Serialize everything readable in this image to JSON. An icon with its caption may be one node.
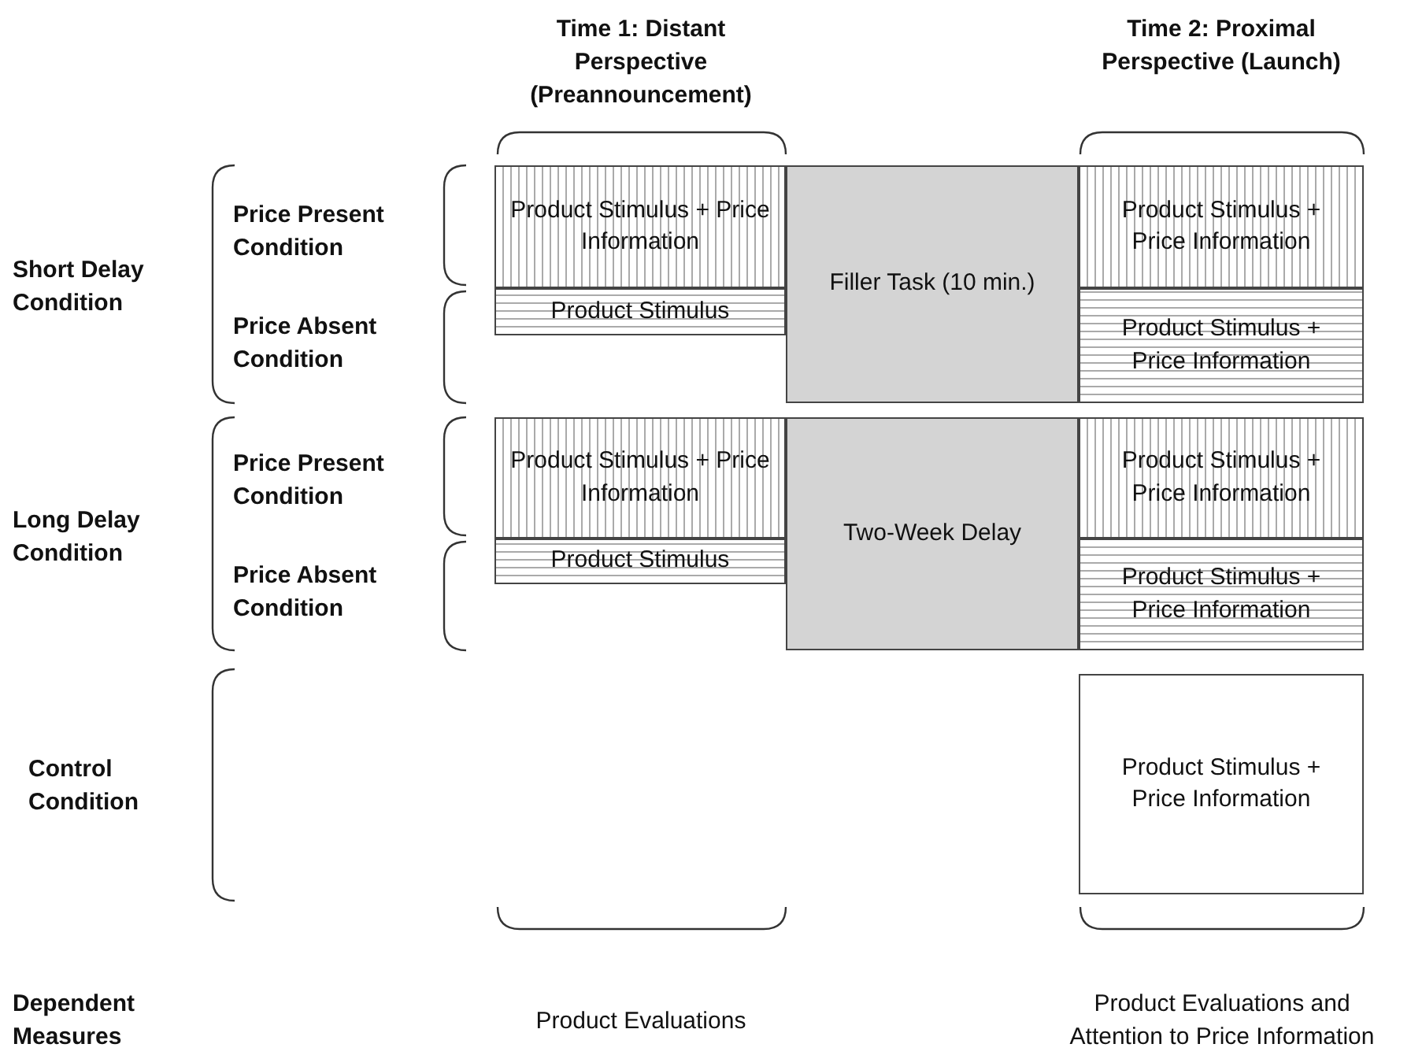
{
  "diagram": {
    "nodes": [
      {
        "text": [
          "Product Stimulus + Price Information"
        ]
      },
      {
        "text": [
          "Filler Task (10 min.)"
        ]
      },
      {
        "text": [
          "Product Stimulus + Price Information"
        ]
      },
      {
        "text": [
          "Product Stimulus"
        ]
      },
      {
        "text": [
          "Product Stimulus + Price Information"
        ]
      },
      {
        "text": [
          "Product Stimulus + Price Information"
        ]
      },
      {
        "text": [
          "Two-Week Delay"
        ]
      },
      {
        "text": [
          "Product Stimulus + Price Information"
        ]
      },
      {
        "text": [
          "Product Stimulus"
        ]
      },
      {
        "text": [
          "Product Stimulus + Price Information"
        ]
      },
      {
        "text": [
          "Product Stimulus + Price Information"
        ]
      }
    ],
    "edges": [],
    "labels": [
      "Time 1: Distant Perspective (Preannouncement)",
      "Time 2: Proximal Perspective (Launch)",
      "Price Present Condition",
      "Short Delay Condition",
      "Price Absent Condition",
      "Price Present Condition",
      "Long Delay Condition",
      "Price Absent Condition",
      "Control Condition",
      "Dependent Measures",
      "Product Evaluations",
      "Product Evaluations and Attention to Price Information"
    ]
  }
}
